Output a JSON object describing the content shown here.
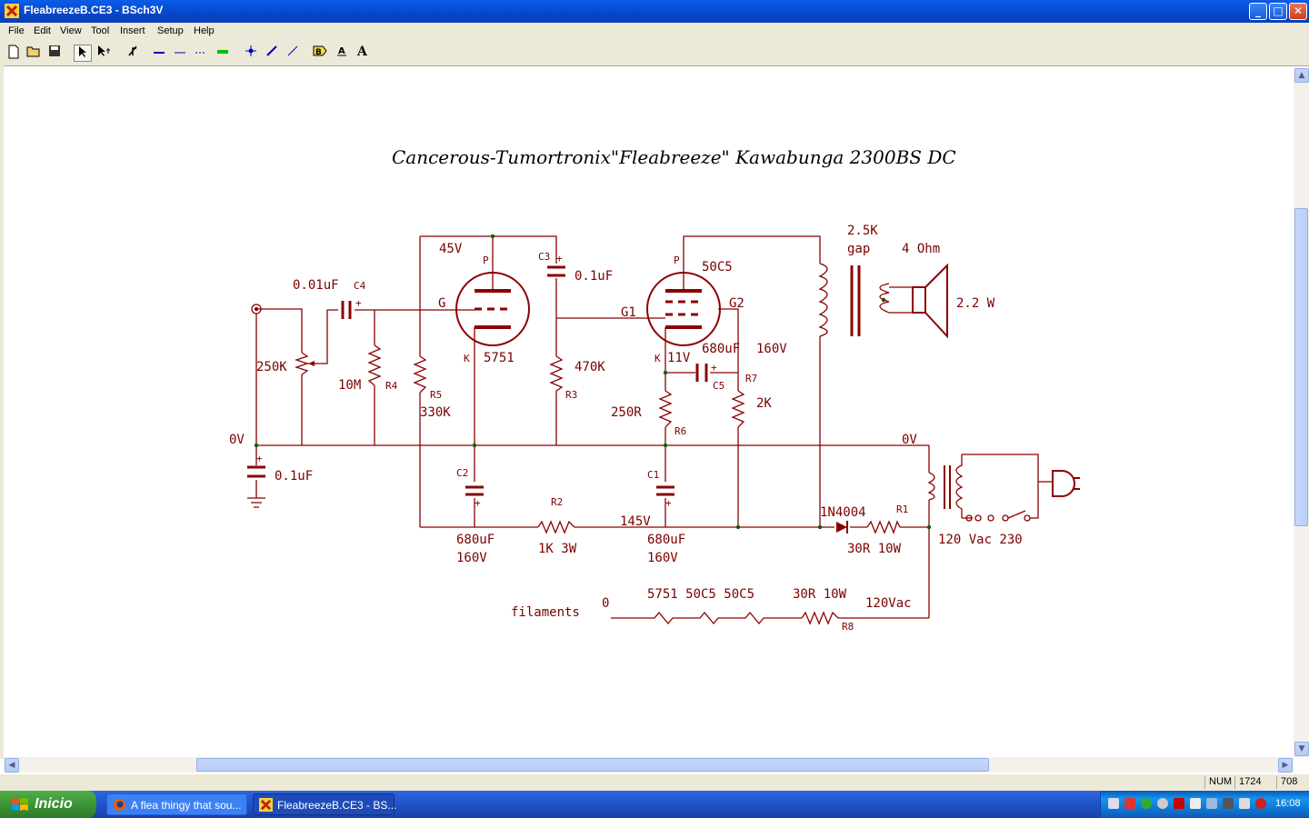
{
  "window": {
    "title": "FleabreezeB.CE3 - BSch3V",
    "min": "_",
    "max": "□",
    "close": "✕"
  },
  "menu": [
    "File",
    "Edit",
    "View",
    "Tool",
    "Insert",
    "Setup",
    "Help"
  ],
  "toolbar_icons": [
    "new-file-icon",
    "open-folder-icon",
    "save-icon",
    "select-arrow-icon",
    "drag-arrow-icon",
    "rotate-icon",
    "bus-icon",
    "wire-icon",
    "dash-line-icon",
    "junction-bar-icon",
    "junction-dot-icon",
    "entry-line-icon",
    "diagonal-line-icon",
    "tag-icon",
    "label-icon",
    "comment-text-icon"
  ],
  "schematic": {
    "title": "Cancerous-Tumortronix\"Fleabreeze\" Kawabunga 2300BS DC",
    "labels": {
      "v45": "45V",
      "c3": "C3",
      "c3_val": "0.1uF",
      "p1": "P",
      "p2": "P",
      "g50c5": "50C5",
      "tr_val": "2.5K",
      "gap": "gap",
      "ohm": "4 Ohm",
      "watt": "2.2 W",
      "c4_val": "0.01uF",
      "c4": "C4",
      "g": "G",
      "g1": "G1",
      "g2": "G2",
      "pot": "250K",
      "r4_val": "10M",
      "r4": "R4",
      "r5": "R5",
      "r5_val": "330K",
      "k1": "K",
      "t5751": "5751",
      "r3_val": "470K",
      "r3": "R3",
      "k2": "K",
      "v11": "11V",
      "c5_val": "680uF",
      "c5_v": "160V",
      "c5": "C5",
      "r7": "R7",
      "r7_val": "2K",
      "r6_val": "250R",
      "r6": "R6",
      "ov1": "0V",
      "ov2": "0V",
      "c_in": "0.1uF",
      "c2": "C2",
      "c1": "C1",
      "r2": "R2",
      "v145": "145V",
      "c2_val": "680uF",
      "c2_v": "160V",
      "r2_val": "1K 3W",
      "c1_val": "680uF",
      "c1_v": "160V",
      "diode": "1N4004",
      "r1": "R1",
      "r1_val": "30R 10W",
      "mains": "120 Vac 230",
      "fil": "filaments",
      "fil0": "0",
      "fil_tubes": "5751 50C5 50C5",
      "r8_val": "30R 10W",
      "v120": "120Vac",
      "r8": "R8"
    }
  },
  "status": {
    "num": "NUM",
    "x": "1724",
    "y": "708"
  },
  "taskbar": {
    "start": "Inicio",
    "tasks": [
      "A flea thingy that sou...",
      "FleabreezeB.CE3 - BS..."
    ],
    "clock": "16:08"
  }
}
